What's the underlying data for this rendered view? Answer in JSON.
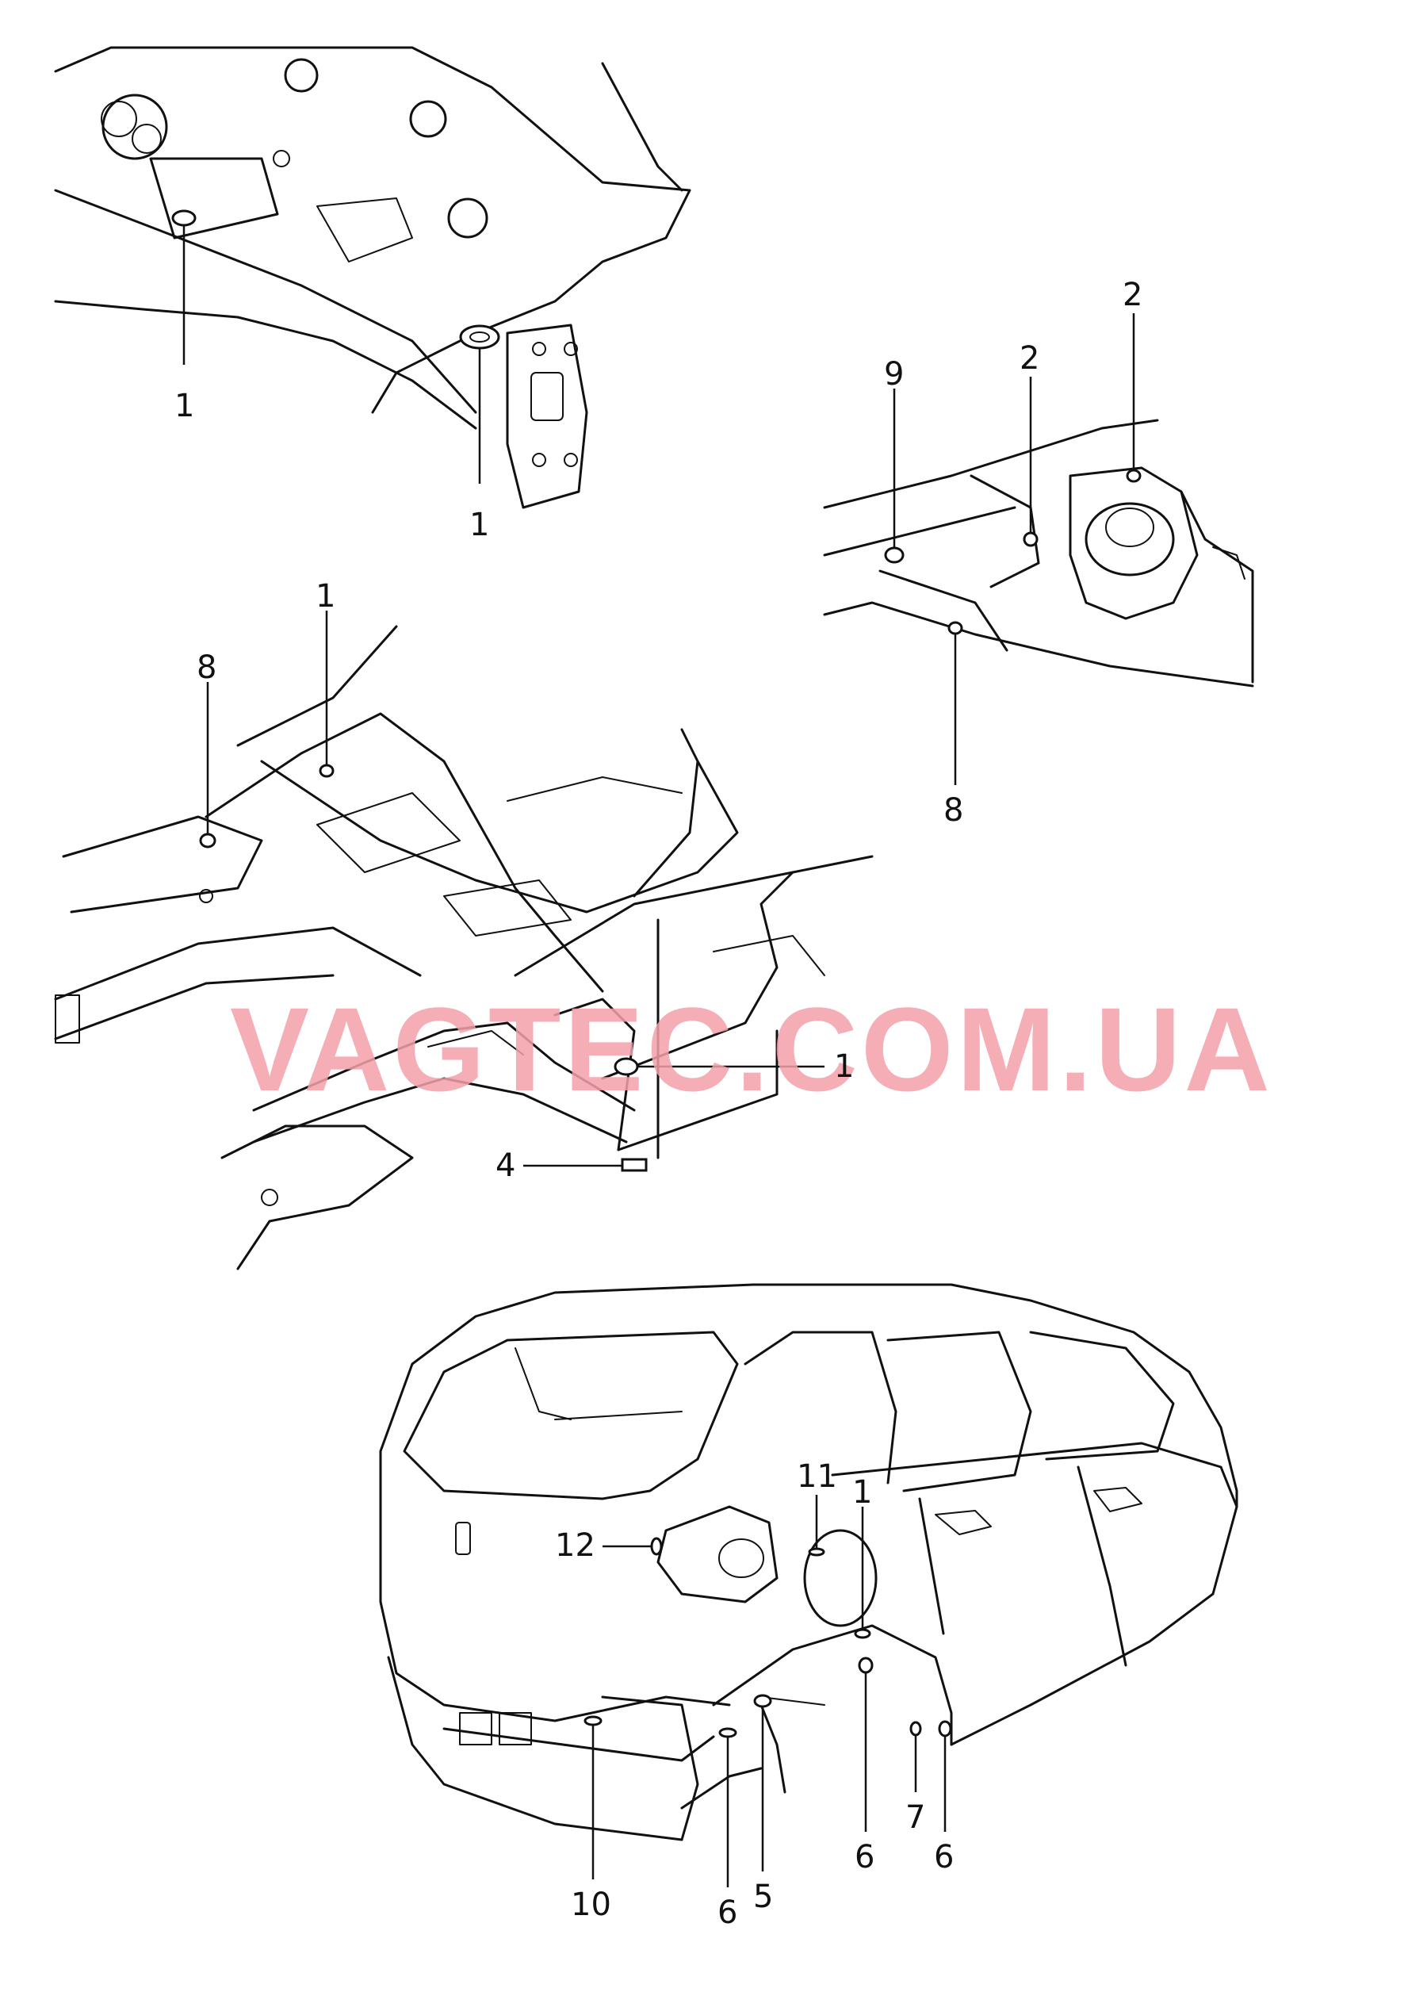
{
  "watermark": "VAGTEC.COM.UA",
  "callouts": {
    "c1a": "1",
    "c1b": "1",
    "c1c": "1",
    "c1d": "1",
    "c1e": "1",
    "c2a": "2",
    "c2b": "2",
    "c4": "4",
    "c5": "5",
    "c6a": "6",
    "c6b": "6",
    "c6c": "6",
    "c7": "7",
    "c8a": "8",
    "c8b": "8",
    "c9": "9",
    "c10": "10",
    "c11": "11",
    "c12": "12"
  }
}
